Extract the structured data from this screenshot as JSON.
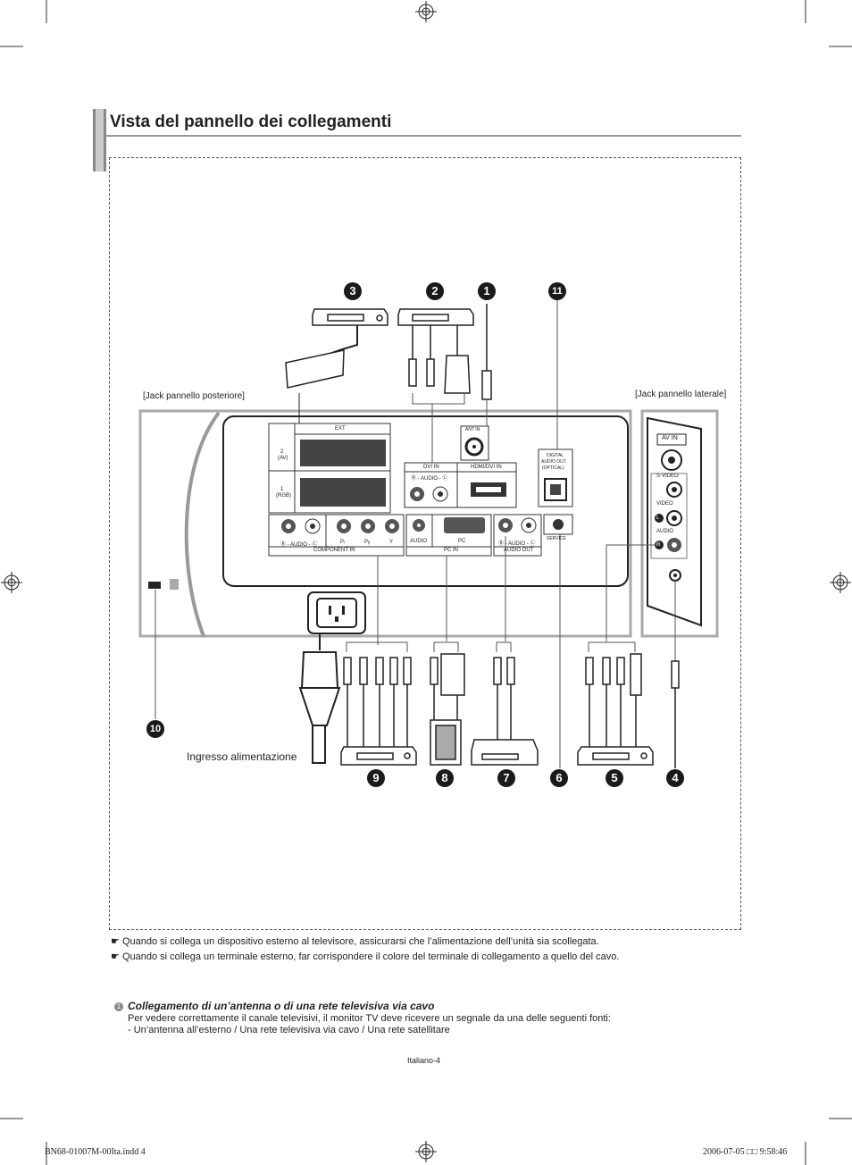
{
  "page": {
    "title": "Vista del pannello dei collegamenti",
    "page_number": "Italiano-4",
    "footer_left": "BN68-01007M-00Ita.indd   4",
    "footer_right": "2006-07-05   □□ 9:58:46"
  },
  "diagram": {
    "rear_label": "[Jack pannello posteriore]",
    "side_label": "[Jack pannello laterale]",
    "power_label": "Ingresso alimentazione",
    "panel_labels": {
      "ext": "EXT",
      "ext2": "2",
      "ext2b": "(AV)",
      "ext1": "1",
      "ext1b": "(RGB)",
      "ant_in": "ANT IN",
      "dvi_in": "DVI IN",
      "dvi_audio": "Ⓡ - AUDIO - Ⓛ",
      "hdmi": "HDMI/DVI IN",
      "digital1": "DIGITAL",
      "digital2": "AUDIO OUT",
      "digital3": "(OPTICAL)",
      "comp_audio": "Ⓡ - AUDIO - Ⓛ",
      "pr": "Pᵣ",
      "pb": "Pᵦ",
      "y": "Y",
      "component_in": "COMPONENT IN",
      "audio": "AUDIO",
      "pc": "PC",
      "pc_in": "PC IN",
      "audio_out_rl": "Ⓡ - AUDIO - Ⓛ",
      "audio_out": "AUDIO OUT",
      "service": "SERVICE",
      "av_in": "AV IN",
      "s_video": "S-VIDEO",
      "video": "VIDEO",
      "l": "L",
      "side_audio": "AUDIO",
      "r": "R"
    },
    "callouts": [
      "3",
      "2",
      "1",
      "11",
      "10",
      "9",
      "8",
      "7",
      "6",
      "5",
      "4"
    ]
  },
  "notes": [
    "Quando si collega un dispositivo esterno al televisore, assicurarsi che l’alimentazione dell’unità sia scollegata.",
    "Quando si collega un terminale esterno, far corrispondere il colore del terminale di collegamento a quello del cavo."
  ],
  "section1": {
    "number": "1",
    "title": "Collegamento di un’antenna o di una rete televisiva via cavo",
    "line1": "Per vedere correttamente il canale televisivi, il monitor TV deve ricevere un segnale da una delle seguenti fonti:",
    "line2": "- Un’antenna all’esterno / Una rete televisiva via cavo / Una rete satellitare"
  }
}
